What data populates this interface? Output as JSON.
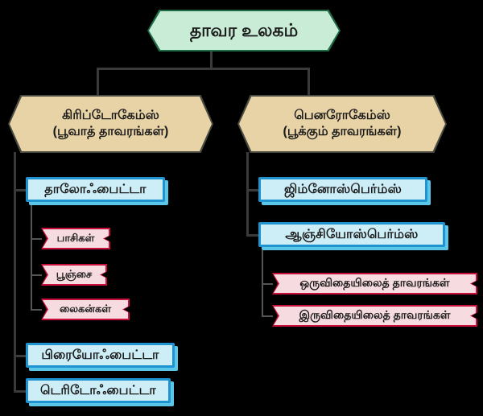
{
  "diagram": {
    "title": "தாவர உலகம்",
    "language": "Tamil",
    "colors": {
      "root_fill": "#c8ecd6",
      "root_border": "#1f6b46",
      "level2_fill": "#e8d3a6",
      "level2_border": "#4a4a42",
      "blue_fill": "#cdeef7",
      "blue_border": "#1f93cf",
      "blue_shadow": "#5cc6e8",
      "pink_fill": "#f6dbe0",
      "pink_border": "#c8103c",
      "connector": "#3a3a3a",
      "background": "#000000"
    },
    "root": {
      "label": "தாவர உலகம்"
    },
    "branches": [
      {
        "id": "cryptogams",
        "label_line1": "கிரிப்டோகேம்ஸ்",
        "label_line2": "(பூவாத் தாவரங்கள்)",
        "children": [
          {
            "id": "thallophyta",
            "label": "தாலோஃபைட்டா",
            "children": [
              {
                "id": "algae",
                "label": "பாசிகள்"
              },
              {
                "id": "fungi",
                "label": "பூஞ்சை"
              },
              {
                "id": "lichens",
                "label": "லைகன்கள்"
              }
            ]
          },
          {
            "id": "bryophyta",
            "label": "பிரையோஃபைட்டா",
            "children": []
          },
          {
            "id": "pteridophyta",
            "label": "டெரிடோஃபைட்டா",
            "children": []
          }
        ]
      },
      {
        "id": "phanerogams",
        "label_line1": "பெனரோகேம்ஸ்",
        "label_line2": "(பூக்கும் தாவரங்கள்)",
        "children": [
          {
            "id": "gymnosperms",
            "label": "ஜிம்னோஸ்பெர்ம்ஸ்",
            "children": []
          },
          {
            "id": "angiosperms",
            "label": "ஆஞ்சியோஸ்பெர்ம்ஸ்",
            "children": [
              {
                "id": "monocots",
                "label": "ஒருவிதையிலைத் தாவரங்கள்"
              },
              {
                "id": "dicots",
                "label": "இருவிதையிலைத் தாவரங்கள்"
              }
            ]
          }
        ]
      }
    ]
  }
}
